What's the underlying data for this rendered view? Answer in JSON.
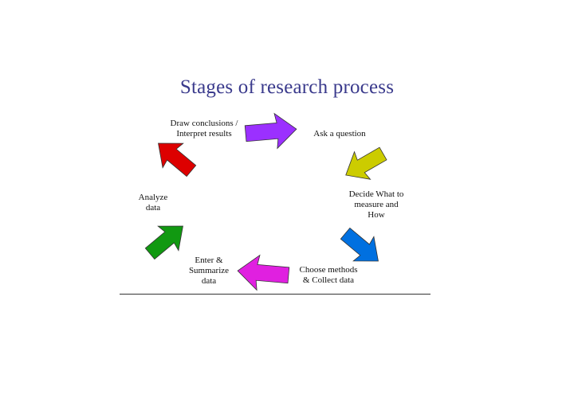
{
  "title": "Stages of research process",
  "stages": [
    {
      "label": "Ask a question",
      "color": "#9b30ff"
    },
    {
      "label": "Decide What to\nmeasure and\nHow",
      "color": "#cccc00"
    },
    {
      "label": "Choose methods\n& Collect data",
      "color": "#0070e0"
    },
    {
      "label": "Enter &\nSummarize\ndata",
      "color": "#e020e0"
    },
    {
      "label": "Analyze\ndata",
      "color": "#119911"
    },
    {
      "label": "Draw conclusions /\nInterpret results",
      "color": "#dd0000"
    }
  ]
}
